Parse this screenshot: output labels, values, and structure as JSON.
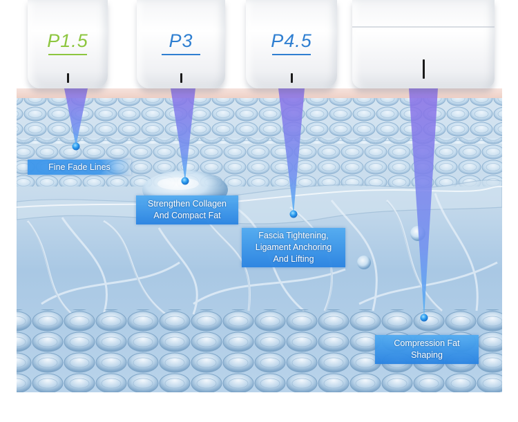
{
  "colors": {
    "skin_top": "#f4d9d2",
    "tissue_bg": "#cfe0ee",
    "deep_bg": "#a9c8e4",
    "beam": "#7f6ee8",
    "beam_tip": "#4aa6f2",
    "focus_point": "#1f8fe6",
    "callout_bg": "#3d95e6",
    "p15_color": "#8dc63f",
    "p3_color": "#2f7fd1",
    "p45_color": "#2f7fd1"
  },
  "applicators": [
    {
      "name": "applicator-p1-5",
      "label": "P1.5"
    },
    {
      "name": "applicator-p3",
      "label": "P3"
    },
    {
      "name": "applicator-p4-5",
      "label": "P4.5"
    },
    {
      "name": "applicator-large",
      "label": ""
    }
  ],
  "callouts": [
    {
      "name": "callout-fine-fade-lines",
      "lines": [
        "Fine Fade Lines"
      ]
    },
    {
      "name": "callout-strengthen-collagen",
      "lines": [
        "Strengthen Collagen",
        "And Compact Fat"
      ]
    },
    {
      "name": "callout-fascia-tightening",
      "lines": [
        "Fascia Tightening,",
        "Ligament Anchoring",
        "And Lifting"
      ]
    },
    {
      "name": "callout-compression-fat",
      "lines": [
        "Compression Fat",
        "Shaping"
      ]
    }
  ]
}
